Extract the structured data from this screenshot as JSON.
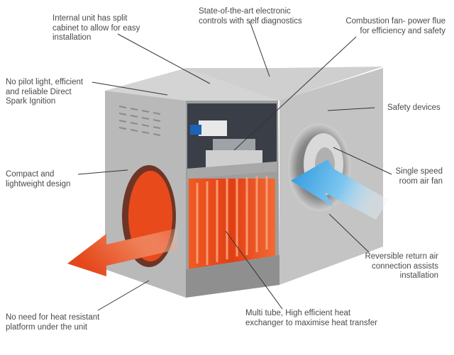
{
  "callouts": [
    {
      "id": "split-cabinet",
      "lines": [
        "Internal unit has split",
        "cabinet to allow for easy",
        "installation"
      ]
    },
    {
      "id": "electronic-controls",
      "lines": [
        "State-of-the-art electronic",
        "controls with self diagnostics"
      ]
    },
    {
      "id": "combustion-fan",
      "lines": [
        "Combustion fan- power flue",
        "for efficiency and safety"
      ]
    },
    {
      "id": "spark-ignition",
      "lines": [
        "No pilot light, efficient",
        "and reliable Direct",
        "Spark Ignition"
      ]
    },
    {
      "id": "safety-devices",
      "lines": [
        "Safety devices"
      ]
    },
    {
      "id": "compact-design",
      "lines": [
        "Compact and",
        "lightweight design"
      ]
    },
    {
      "id": "room-air-fan",
      "lines": [
        "Single speed",
        "room air fan"
      ]
    },
    {
      "id": "return-air",
      "lines": [
        "Reversible return air",
        "connection assists",
        "installation"
      ]
    },
    {
      "id": "heat-platform",
      "lines": [
        "No need for heat resistant",
        "platform under the unit"
      ]
    },
    {
      "id": "heat-exchanger",
      "lines": [
        "Multi tube, High efficient heat",
        "exchanger to maximise heat transfer"
      ]
    }
  ],
  "colors": {
    "cabinet_front": "#bdbdbd",
    "cabinet_top": "#d6d6d6",
    "heat_exchanger": "#e84a1c",
    "hot_air_arrow": "#e8501e",
    "cool_air_arrow": "#3fa9e6",
    "callout_line": "#333333",
    "text": "#4a4a4a"
  }
}
